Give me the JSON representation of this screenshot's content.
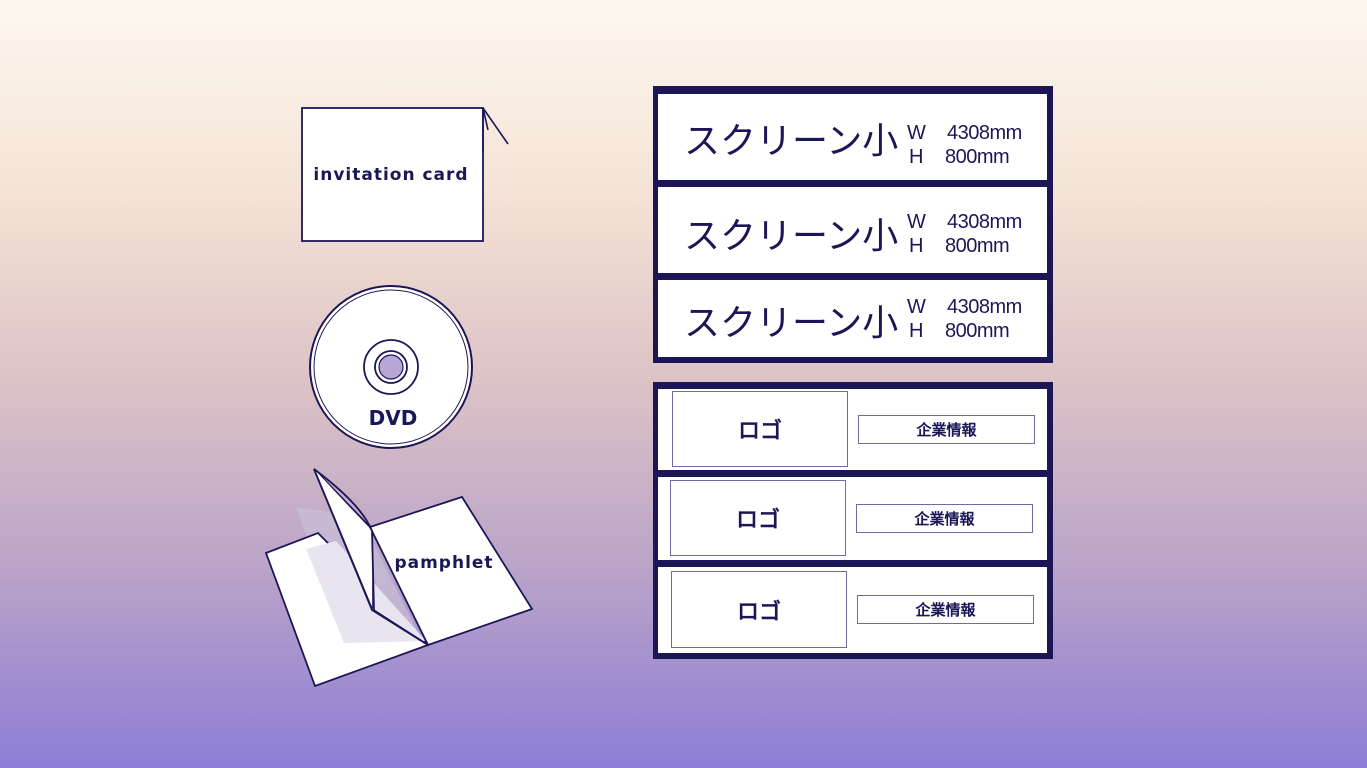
{
  "items": {
    "invitation_label": "invitation card",
    "dvd_label": "DVD",
    "pamphlet_label": "pamphlet"
  },
  "screens": [
    {
      "title": "スクリーン小",
      "w_label": "W",
      "w_value": "4308mm",
      "h_label": "H",
      "h_value": "800mm"
    },
    {
      "title": "スクリーン小",
      "w_label": "W",
      "w_value": "4308mm",
      "h_label": "H",
      "h_value": "800mm"
    },
    {
      "title": "スクリーン小",
      "w_label": "W",
      "w_value": "4308mm",
      "h_label": "H",
      "h_value": "800mm"
    }
  ],
  "sponsors": [
    {
      "logo": "ロゴ",
      "info": "企業情報"
    },
    {
      "logo": "ロゴ",
      "info": "企業情報"
    },
    {
      "logo": "ロゴ",
      "info": "企業情報"
    }
  ],
  "colors": {
    "ink": "#1c1656",
    "paper": "#ffffff",
    "shadow": "#e9e6f1"
  }
}
